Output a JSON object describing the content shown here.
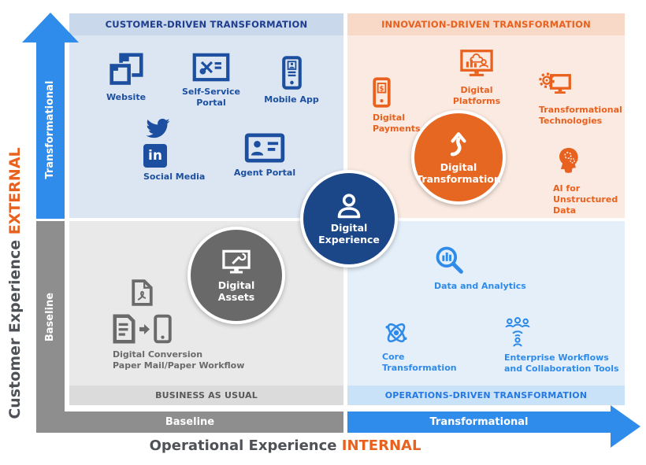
{
  "palette": {
    "navy": "#1C4F9F",
    "header_navy": "#1F3D8F",
    "navy_circle": "#1B4687",
    "light_blue_band": "#C9D8EA",
    "light_blue_bg": "#DCE6F2",
    "orange": "#E8611E",
    "orange_band": "#F8D8C6",
    "orange_bg": "#FBEAE1",
    "orange_circle": "#E56722",
    "gray_bg": "#E9E9E9",
    "gray_band": "#DBDBDB",
    "gray_text": "#595959",
    "gray_icon": "#6A6A6A",
    "gray_circle": "#696969",
    "blue_bg": "#E4EFFA",
    "blue_band": "#C9E2F8",
    "bright_blue": "#2E8BE9",
    "axis_blue": "#2F8CEB",
    "axis_gray": "#8E8E8E"
  },
  "y_axis": {
    "title": "Customer Experience ",
    "highlight": "EXTERNAL",
    "baseline": "Baseline",
    "transformational": "Transformational"
  },
  "x_axis": {
    "title": "Operational Experience ",
    "highlight": "INTERNAL",
    "baseline": "Baseline",
    "transformational": "Transformational"
  },
  "quadrants": {
    "customer": {
      "header": "CUSTOMER-DRIVEN TRANSFORMATION",
      "website": "Website",
      "self_service": [
        "Self-Service",
        "Portal"
      ],
      "mobile": "Mobile App",
      "social": "Social Media",
      "agent": "Agent Portal"
    },
    "innovation": {
      "header": "INNOVATION-DRIVEN TRANSFORMATION",
      "payments": [
        "Digital",
        "Payments"
      ],
      "platforms": [
        "Digital",
        "Platforms"
      ],
      "ttech": [
        "Transformational",
        "Technologies"
      ],
      "ai": [
        "AI for",
        "Unstructured",
        "Data"
      ]
    },
    "business": {
      "footer": "BUSINESS AS USUAL",
      "conversion": [
        "Digital Conversion",
        "Paper Mail/Paper Workflow"
      ]
    },
    "operations": {
      "footer": "OPERATIONS-DRIVEN TRANSFORMATION",
      "analytics": "Data and Analytics",
      "core": [
        "Core",
        "Transformation"
      ],
      "workflows": [
        "Enterprise Workflows",
        "and Collaboration Tools"
      ]
    }
  },
  "circles": {
    "experience": [
      "Digital",
      "Experience"
    ],
    "transformation": [
      "Digital",
      "Transformation"
    ],
    "assets": [
      "Digital",
      "Assets"
    ]
  },
  "glyphs": {
    "linkedin": "in",
    "dollar": "$"
  }
}
